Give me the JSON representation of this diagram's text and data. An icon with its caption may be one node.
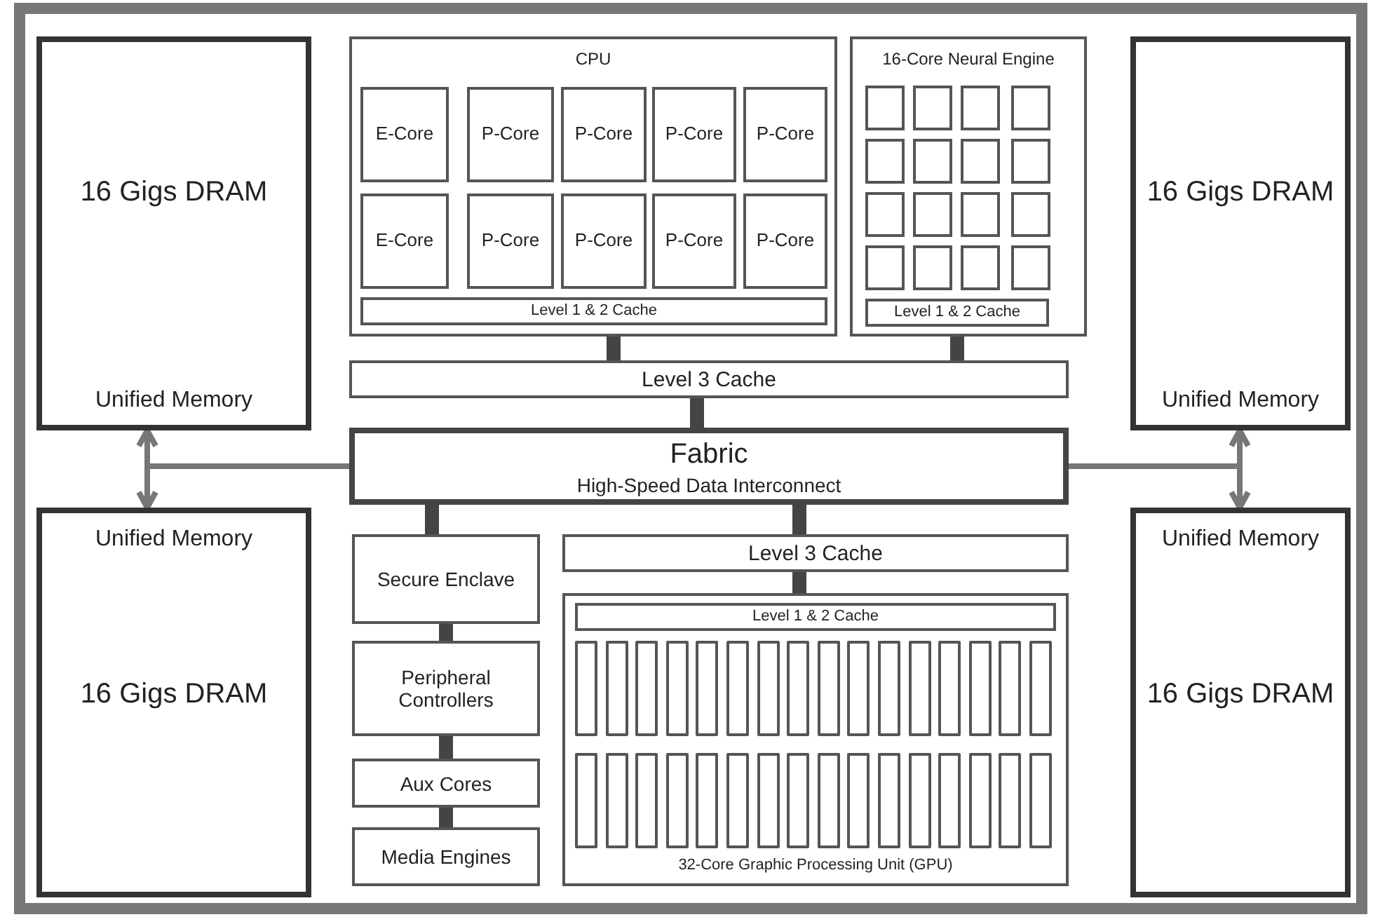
{
  "diagram": {
    "nodes": [
      {
        "text": [
          "16 Gigs DRAM",
          "Unified Memory"
        ]
      },
      {
        "text": [
          "Unified Memory",
          "16 Gigs DRAM"
        ]
      },
      {
        "text": [
          "CPU"
        ]
      },
      {
        "text": [
          "E-Core"
        ],
        "in": 2
      },
      {
        "text": [
          "P-Core"
        ],
        "in": 2
      },
      {
        "text": [
          "P-Core"
        ],
        "in": 2
      },
      {
        "text": [
          "P-Core"
        ],
        "in": 2
      },
      {
        "text": [
          "P-Core"
        ],
        "in": 2
      },
      {
        "text": [
          "E-Core"
        ],
        "in": 2
      },
      {
        "text": [
          "P-Core"
        ],
        "in": 2
      },
      {
        "text": [
          "P-Core"
        ],
        "in": 2
      },
      {
        "text": [
          "P-Core"
        ],
        "in": 2
      },
      {
        "text": [
          "P-Core"
        ],
        "in": 2
      },
      {
        "text": [
          "Level 1 & 2 Cache"
        ],
        "in": 2
      },
      {
        "text": [
          "16-Core Neural Engine"
        ]
      },
      {
        "text": [],
        "shape": "box",
        "in": 14
      },
      {
        "text": [],
        "shape": "box",
        "in": 14
      },
      {
        "text": [],
        "shape": "box",
        "in": 14
      },
      {
        "text": [],
        "shape": "box",
        "in": 14
      },
      {
        "text": [],
        "shape": "box",
        "in": 14
      },
      {
        "text": [],
        "shape": "box",
        "in": 14
      },
      {
        "text": [],
        "shape": "box",
        "in": 14
      },
      {
        "text": [],
        "shape": "box",
        "in": 14
      },
      {
        "text": [],
        "shape": "box",
        "in": 14
      },
      {
        "text": [],
        "shape": "box",
        "in": 14
      },
      {
        "text": [],
        "shape": "box",
        "in": 14
      },
      {
        "text": [],
        "shape": "box",
        "in": 14
      },
      {
        "text": [],
        "shape": "box",
        "in": 14
      },
      {
        "text": [],
        "shape": "box",
        "in": 14
      },
      {
        "text": [],
        "shape": "box",
        "in": 14
      },
      {
        "text": [],
        "shape": "box",
        "in": 14
      },
      {
        "text": [
          "Level 1 & 2 Cache"
        ],
        "in": 14
      },
      {
        "text": [
          "16 Gigs DRAM",
          "Unified Memory"
        ]
      },
      {
        "text": [
          "Unified Memory",
          "16 Gigs DRAM"
        ]
      },
      {
        "text": [
          "Level 3 Cache"
        ]
      },
      {
        "text": [
          "Fabric",
          "High-Speed Data Interconnect"
        ]
      },
      {
        "text": [
          "Secure Enclave"
        ]
      },
      {
        "text": [
          "Peripheral Controllers"
        ]
      },
      {
        "text": [
          "Aux Cores"
        ]
      },
      {
        "text": [
          "Media Engines"
        ]
      },
      {
        "text": [
          "Level 3 Cache"
        ]
      },
      {
        "text": [
          "32-Core Graphic Processing Unit (GPU)"
        ]
      },
      {
        "text": [
          "Level 1 & 2 Cache"
        ],
        "in": 41
      },
      {
        "text": [],
        "shape": "bar",
        "in": 41
      },
      {
        "text": [],
        "shape": "bar",
        "in": 41
      },
      {
        "text": [],
        "shape": "bar",
        "in": 41
      },
      {
        "text": [],
        "shape": "bar",
        "in": 41
      },
      {
        "text": [],
        "shape": "bar",
        "in": 41
      },
      {
        "text": [],
        "shape": "bar",
        "in": 41
      },
      {
        "text": [],
        "shape": "bar",
        "in": 41
      },
      {
        "text": [],
        "shape": "bar",
        "in": 41
      },
      {
        "text": [],
        "shape": "bar",
        "in": 41
      },
      {
        "text": [],
        "shape": "bar",
        "in": 41
      },
      {
        "text": [],
        "shape": "bar",
        "in": 41
      },
      {
        "text": [],
        "shape": "bar",
        "in": 41
      },
      {
        "text": [],
        "shape": "bar",
        "in": 41
      },
      {
        "text": [],
        "shape": "bar",
        "in": 41
      },
      {
        "text": [],
        "shape": "bar",
        "in": 41
      },
      {
        "text": [],
        "shape": "bar",
        "in": 41
      },
      {
        "text": [],
        "shape": "bar",
        "in": 41
      },
      {
        "text": [],
        "shape": "bar",
        "in": 41
      },
      {
        "text": [],
        "shape": "bar",
        "in": 41
      },
      {
        "text": [],
        "shape": "bar",
        "in": 41
      },
      {
        "text": [],
        "shape": "bar",
        "in": 41
      },
      {
        "text": [],
        "shape": "bar",
        "in": 41
      },
      {
        "text": [],
        "shape": "bar",
        "in": 41
      },
      {
        "text": [],
        "shape": "bar",
        "in": 41
      },
      {
        "text": [],
        "shape": "bar",
        "in": 41
      },
      {
        "text": [],
        "shape": "bar",
        "in": 41
      },
      {
        "text": [],
        "shape": "bar",
        "in": 41
      },
      {
        "text": [],
        "shape": "bar",
        "in": 41
      },
      {
        "text": [],
        "shape": "bar",
        "in": 41
      },
      {
        "text": [],
        "shape": "bar",
        "in": 41
      },
      {
        "text": [],
        "shape": "bar",
        "in": 41
      },
      {
        "text": [],
        "shape": "bar",
        "in": 41
      }
    ],
    "edges": [
      {
        "from": 13,
        "to": 34,
        "arrow": "none"
      },
      {
        "from": 31,
        "to": 34,
        "arrow": "none"
      },
      {
        "from": 34,
        "to": 35,
        "arrow": "none"
      },
      {
        "from": 35,
        "to": 0,
        "arrow": "to",
        "color": "#777777"
      },
      {
        "from": 35,
        "to": 1,
        "arrow": "to",
        "color": "#777777"
      },
      {
        "from": 35,
        "to": 32,
        "arrow": "to",
        "color": "#777777"
      },
      {
        "from": 35,
        "to": 33,
        "arrow": "to",
        "color": "#777777"
      },
      {
        "from": 35,
        "to": 36,
        "arrow": "none"
      },
      {
        "from": 35,
        "to": 40,
        "arrow": "none"
      },
      {
        "from": 40,
        "to": 41,
        "arrow": "none"
      },
      {
        "from": 36,
        "to": 37,
        "arrow": "none"
      },
      {
        "from": 37,
        "to": 38,
        "arrow": "none"
      },
      {
        "from": 38,
        "to": 39,
        "arrow": "none"
      }
    ]
  }
}
